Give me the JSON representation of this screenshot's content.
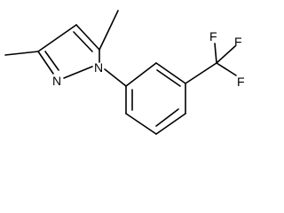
{
  "molecule": {
    "atom_labels": {
      "n2": "N",
      "n1": "N",
      "f_top_left": "F",
      "f_top_right": "F",
      "f_right": "F"
    },
    "line_color": "#000000",
    "background_color": "#ffffff"
  }
}
